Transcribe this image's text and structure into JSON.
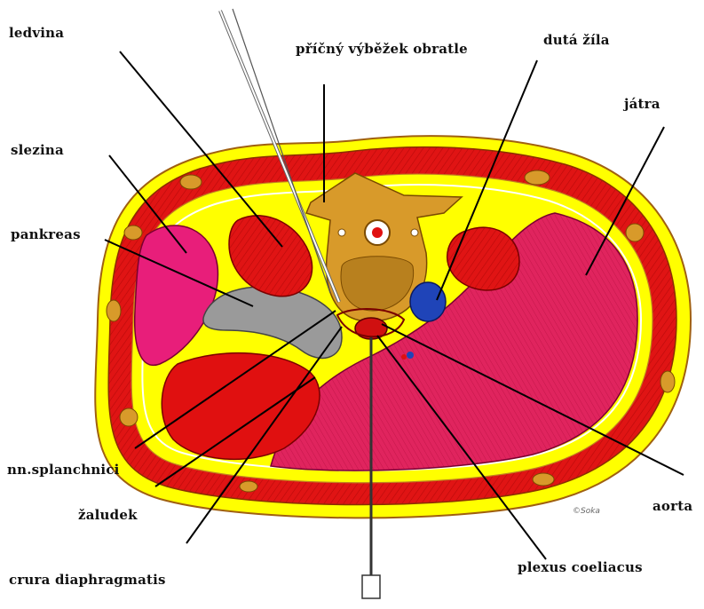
{
  "labels": {
    "ledvina": "ledvina",
    "pricny": "příčný výběžek obratle",
    "duta_zila": "dutá žíla",
    "jatra": "játra",
    "slezina": "slezina",
    "pankreas": "pankreas",
    "nn_splanchnici": "nn.splanchnici",
    "zaludek": "žaludek",
    "aorta": "aorta",
    "crura": "crura diaphragmatis",
    "plexus": "plexus coeliacus"
  },
  "signature": "©Soka",
  "colors": {
    "muscle_red": "#e01010",
    "fat_yellow": "#ffff00",
    "liver_pink": "#e0245e",
    "spleen_pink": "#e81e7a",
    "pancreas_gray": "#9a9a9a",
    "vertebra_tan": "#d89a2a",
    "vena_cava_blue": "#1f44b8",
    "aorta_red": "#d01010"
  }
}
